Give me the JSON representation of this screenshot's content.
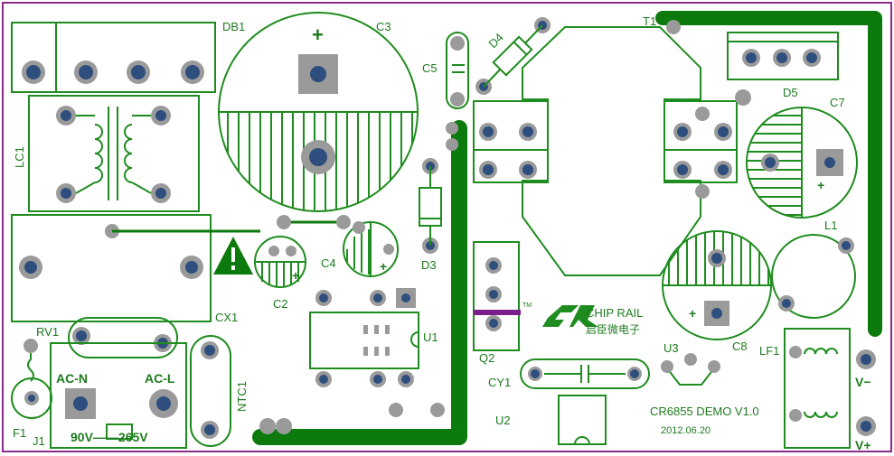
{
  "board": {
    "brand": "CHIP RAIL",
    "brand_cn": "启臣微电子",
    "tm": "TM",
    "demo_title": "CR6855 DEMO  V1.0",
    "date": "2012.06.20",
    "input_left": "AC-N",
    "input_right": "AC-L",
    "voltage_range": "90V——265V",
    "v_minus": "V−",
    "v_plus": "V+"
  },
  "components": {
    "DB1": "DB1",
    "C3": "C3",
    "T1": "T1",
    "C5": "C5",
    "D4": "D4",
    "LC1": "LC1",
    "D5": "D5",
    "C7": "C7",
    "C2": "C2",
    "C4": "C4",
    "D3": "D3",
    "CX1": "CX1",
    "L1": "L1",
    "RV1": "RV1",
    "U1": "U1",
    "Q2": "Q2",
    "C8": "C8",
    "LF1": "LF1",
    "NTC1": "NTC1",
    "CY1": "CY1",
    "U3": "U3",
    "F1": "F1",
    "J1": "J1",
    "U2": "U2"
  },
  "colors": {
    "silkscreen": "#1e8c1e",
    "trace": "#0d7a0d",
    "pad": "#9a9a9a",
    "hole": "#2e4e7e",
    "jumper": "#7a1e8c",
    "border": "#8a2a8a"
  }
}
